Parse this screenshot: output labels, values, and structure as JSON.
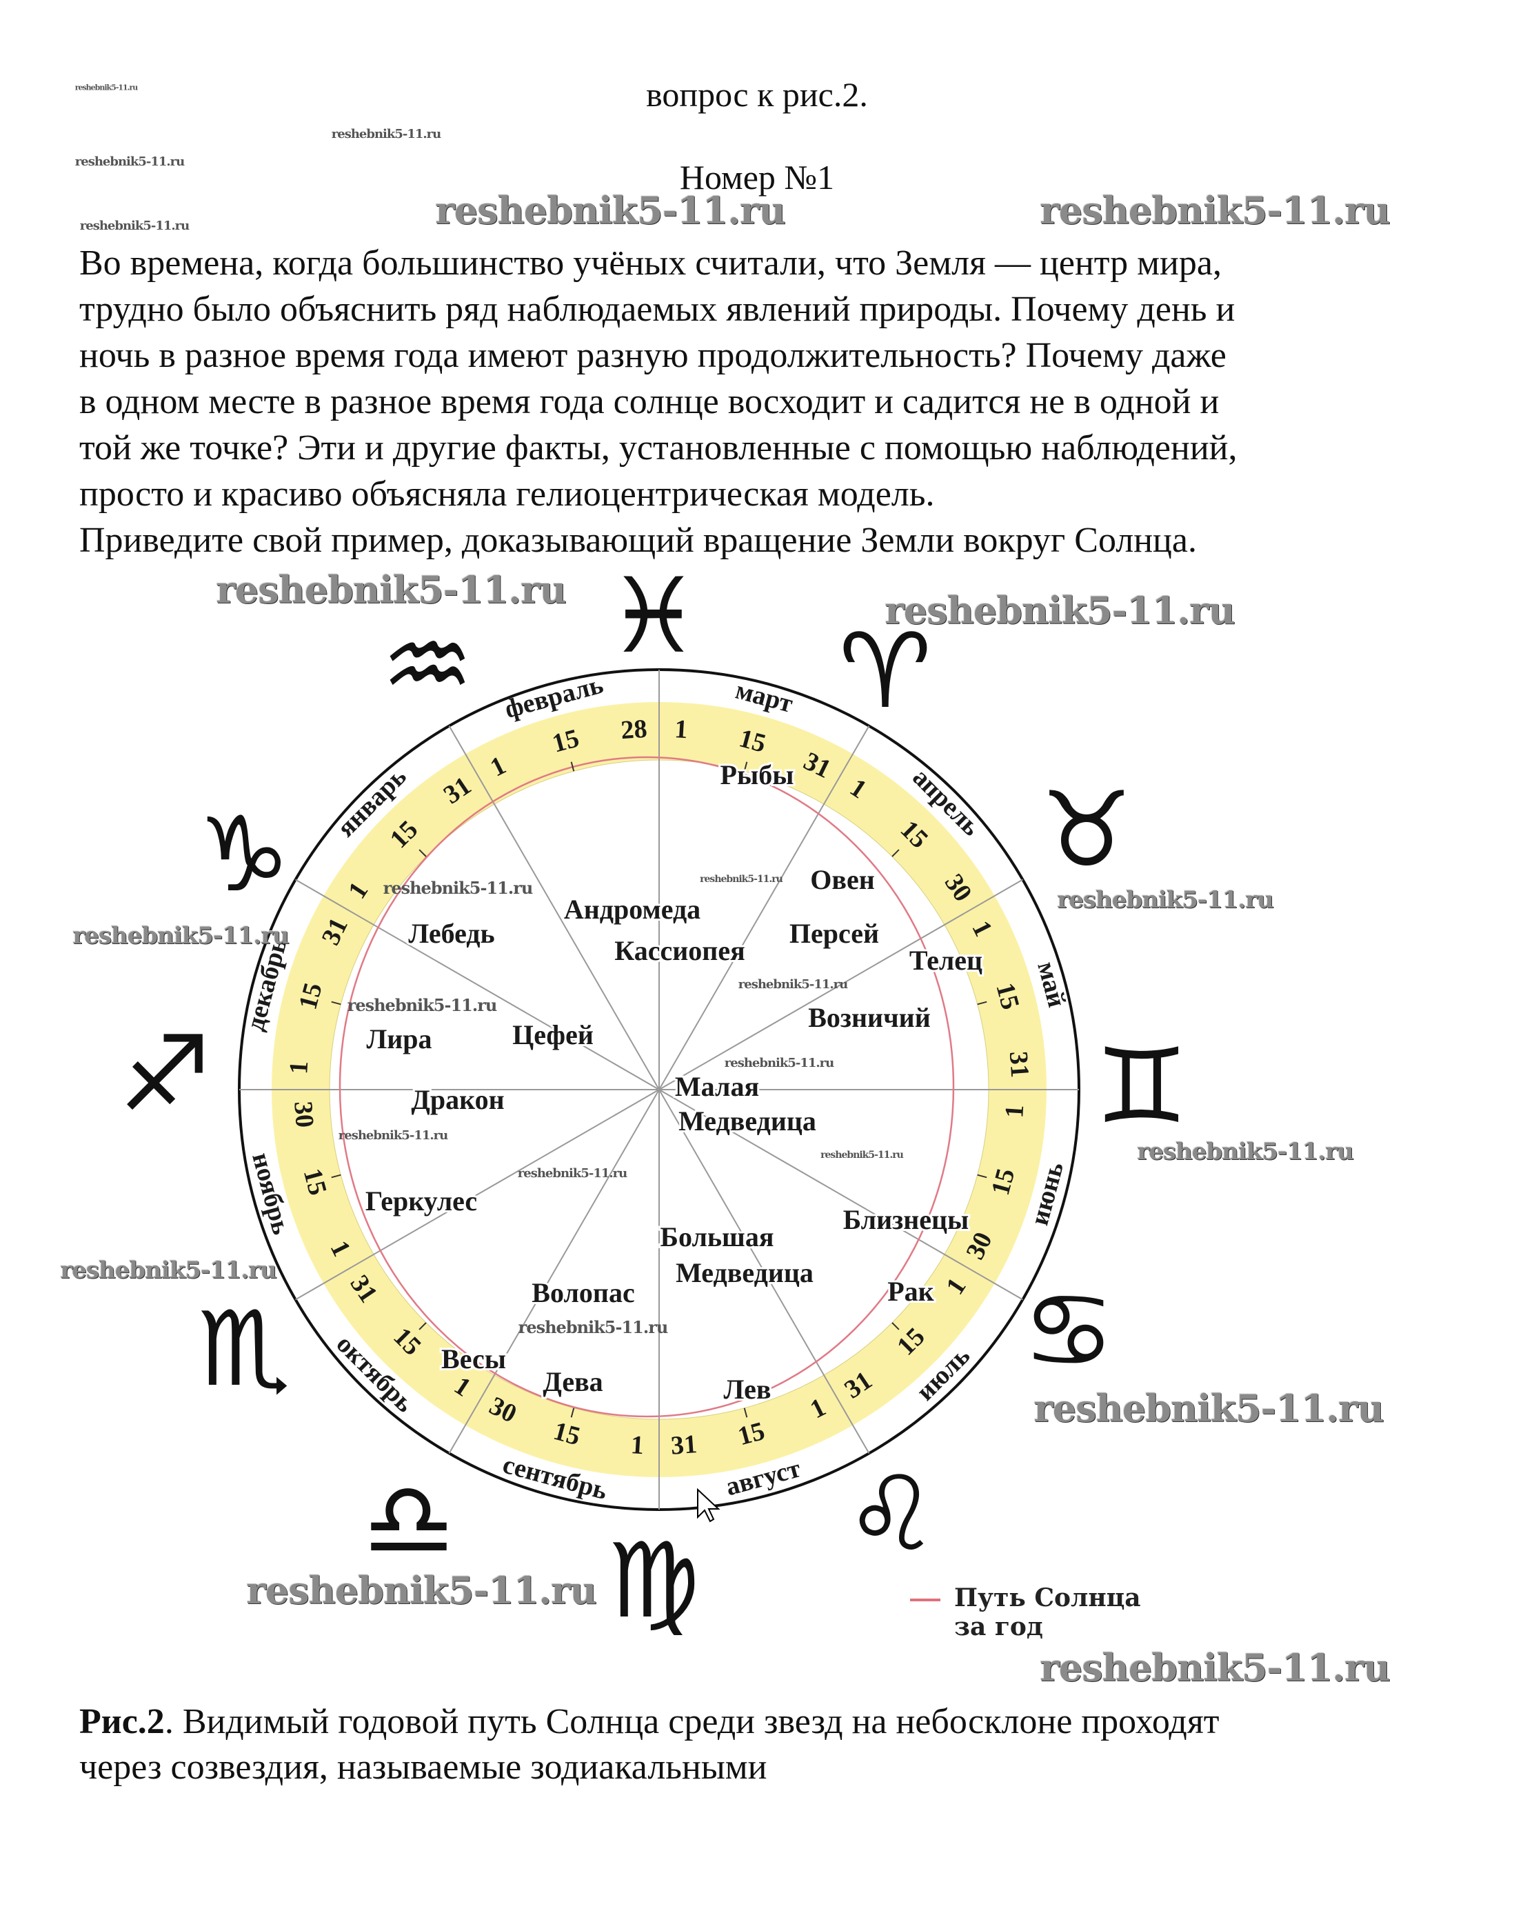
{
  "header": {
    "question_ref": "вопрос к рис.2.",
    "number": "Номер №1"
  },
  "paragraph": [
    "Во времена, когда большинство учёных считали, что Земля — центр мира,",
    "трудно было объяснить ряд наблюдаемых явлений природы. Почему день и",
    "ночь в разное время года имеют разную продолжительность? Почему даже",
    "в одном месте в разное время года солнце восходит и садится не в одной и",
    "той же точке? Эти и другие факты, установленные с помощью наблюдений,",
    "просто и красиво объясняла гелиоцентрическая модель.",
    "Приведите свой пример, доказывающий вращение Земли вокруг Солнца."
  ],
  "watermark": "reshebnik5-11.ru",
  "figure": {
    "months": [
      {
        "name": "март",
        "days": [
          "1",
          "15",
          "31"
        ]
      },
      {
        "name": "апрель",
        "days": [
          "1",
          "15",
          "30"
        ]
      },
      {
        "name": "май",
        "days": [
          "1",
          "15",
          "31"
        ]
      },
      {
        "name": "июнь",
        "days": [
          "1",
          "15",
          "30"
        ]
      },
      {
        "name": "июль",
        "days": [
          "1",
          "15",
          "31"
        ]
      },
      {
        "name": "август",
        "days": [
          "1",
          "15",
          "31"
        ]
      },
      {
        "name": "сентябрь",
        "days": [
          "1",
          "15",
          "30"
        ]
      },
      {
        "name": "октябрь",
        "days": [
          "1",
          "15",
          "31"
        ]
      },
      {
        "name": "ноябрь",
        "days": [
          "1",
          "15",
          "30"
        ]
      },
      {
        "name": "декабрь",
        "days": [
          "1",
          "15",
          "31"
        ]
      },
      {
        "name": "январь",
        "days": [
          "1",
          "15",
          "31"
        ]
      },
      {
        "name": "февраль",
        "days": [
          "1",
          "15",
          "28"
        ]
      }
    ],
    "constellations": [
      {
        "name": "Рыбы",
        "zodiac": true
      },
      {
        "name": "Овен",
        "zodiac": true
      },
      {
        "name": "Андромеда"
      },
      {
        "name": "Персей"
      },
      {
        "name": "Лебедь"
      },
      {
        "name": "Кассиопея"
      },
      {
        "name": "Телец",
        "zodiac": true
      },
      {
        "name": "Возничий"
      },
      {
        "name": "Лира"
      },
      {
        "name": "Цефей"
      },
      {
        "name": "Малая"
      },
      {
        "name": "Медведица"
      },
      {
        "name": "Дракон"
      },
      {
        "name": "Геркулес"
      },
      {
        "name": "Близнецы",
        "zodiac": true
      },
      {
        "name": "Большая"
      },
      {
        "name": "Медведица"
      },
      {
        "name": "Волопас"
      },
      {
        "name": "Рак",
        "zodiac": true
      },
      {
        "name": "Весы",
        "zodiac": true
      },
      {
        "name": "Дева",
        "zodiac": true
      },
      {
        "name": "Лев",
        "zodiac": true
      }
    ],
    "zodiac_icons": [
      {
        "name": "pisces-icon",
        "glyph": "♓",
        "color": "#2a8fb0"
      },
      {
        "name": "aries-icon",
        "glyph": "♈",
        "color": "#d9a86a"
      },
      {
        "name": "taurus-icon",
        "glyph": "♉",
        "color": "#e0aa6a"
      },
      {
        "name": "gemini-icon",
        "glyph": "♊",
        "color": "#e8b38a"
      },
      {
        "name": "cancer-icon",
        "glyph": "♋",
        "color": "#e0602a"
      },
      {
        "name": "leo-icon",
        "glyph": "♌",
        "color": "#e2b56c"
      },
      {
        "name": "virgo-icon",
        "glyph": "♍",
        "color": "#2a6fc0"
      },
      {
        "name": "libra-icon",
        "glyph": "♎",
        "color": "#b8862a"
      },
      {
        "name": "scorpio-icon",
        "glyph": "♏",
        "color": "#c8202a"
      },
      {
        "name": "sagittarius-icon",
        "glyph": "♐",
        "color": "#b8703a"
      },
      {
        "name": "capricorn-icon",
        "glyph": "♑",
        "color": "#8ab0d0"
      },
      {
        "name": "aquarius-icon",
        "glyph": "♒",
        "color": "#d8a060"
      }
    ],
    "legend": {
      "line1": "Путь Солнца",
      "line2": "за год",
      "color": "#e0707a"
    },
    "colors": {
      "band": "#fbf1a6",
      "star": "#2aa8d8",
      "sun_path": "#e07a86"
    }
  },
  "caption": {
    "label": "Рис.2",
    "line1": ". Видимый годовой путь Солнца среди звезд на небосклоне проходят",
    "line2": "через созвездия, называемые зодиакальными"
  }
}
